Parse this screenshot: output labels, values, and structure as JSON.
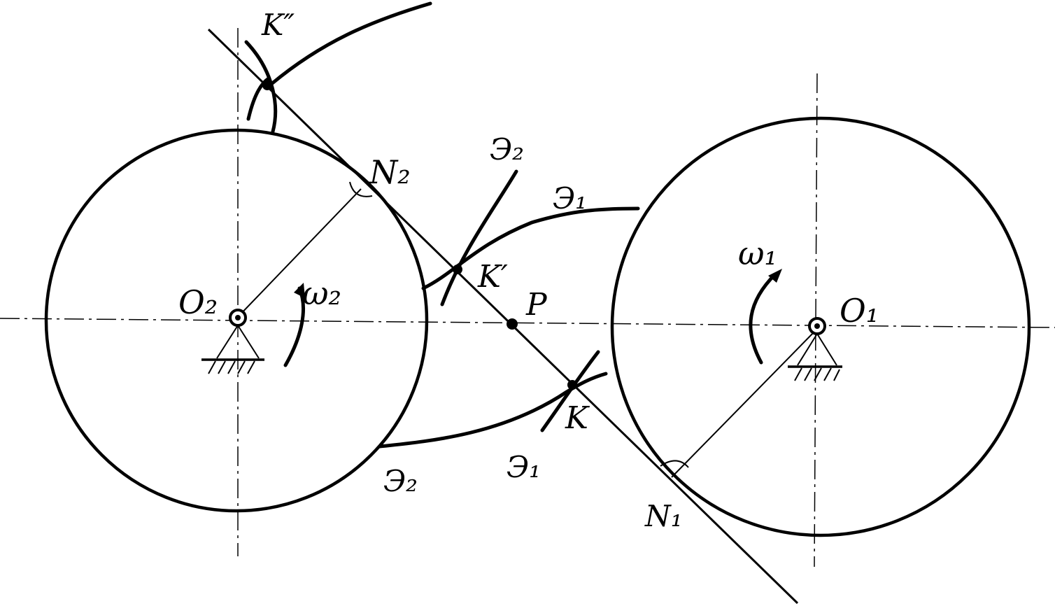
{
  "labels": {
    "k_double_prime": "K″",
    "n2": "N₂",
    "e2_top": "Э₂",
    "e1_top": "Э₁",
    "k_prime": "K′",
    "omega2": "ω₂",
    "o2": "O₂",
    "p": "P",
    "omega1": "ω₁",
    "o1": "O₁",
    "k": "K",
    "e2_bottom": "Э₂",
    "e1_bottom": "Э₁",
    "n1": "N₁"
  },
  "colors": {
    "ink": "#000000",
    "paper": "#ffffff"
  }
}
